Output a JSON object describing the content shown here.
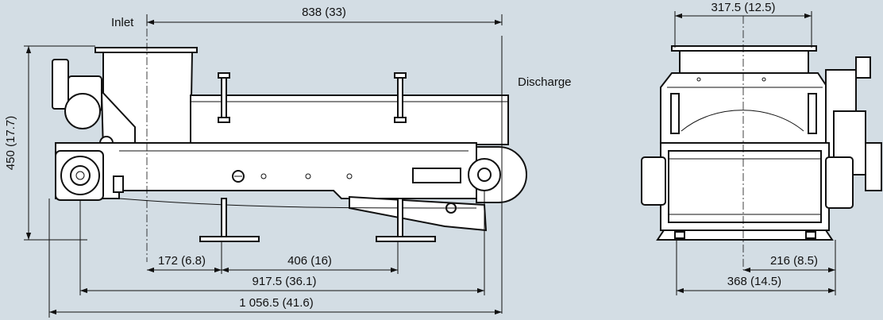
{
  "labels": {
    "inlet": "Inlet",
    "discharge": "Discharge"
  },
  "dimensions": {
    "inlet_to_discharge": "838 (33)",
    "height": "450 (17.7)",
    "leg_offset": "172 (6.8)",
    "leg_spacing": "406 (16)",
    "center_length": "917.5 (36.1)",
    "overall_length": "1 056.5 (41.6)",
    "inlet_width": "317.5 (12.5)",
    "foot_half_width": "216 (8.5)",
    "foot_width": "368 (14.5)"
  },
  "colors": {
    "background": "#d3dde4",
    "line": "#111111",
    "body": "#ffffff"
  }
}
